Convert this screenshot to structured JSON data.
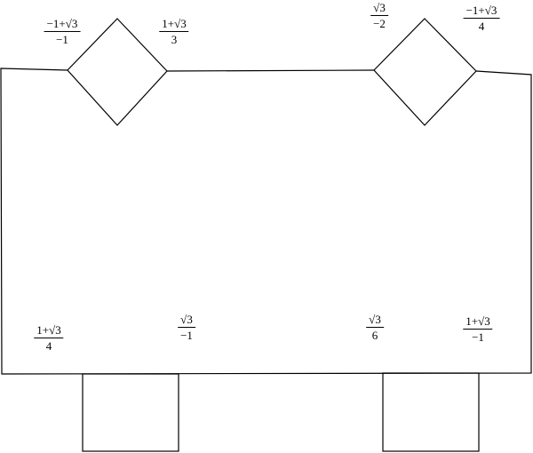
{
  "labels": [
    {
      "id": "label-top-left-1",
      "num": "−1+√3",
      "den": "−1"
    },
    {
      "id": "label-top-left-2",
      "num": "1+√3",
      "den": "3"
    },
    {
      "id": "label-top-right-1",
      "num": "√3",
      "den": "−2"
    },
    {
      "id": "label-top-right-2",
      "num": "−1+√3",
      "den": "4"
    },
    {
      "id": "label-bottom-1",
      "num": "1+√3",
      "den": "4"
    },
    {
      "id": "label-bottom-2",
      "num": "√3",
      "den": "−1"
    },
    {
      "id": "label-bottom-3",
      "num": "√3",
      "den": "6"
    },
    {
      "id": "label-bottom-4",
      "num": "1+√3",
      "den": "−1"
    }
  ]
}
